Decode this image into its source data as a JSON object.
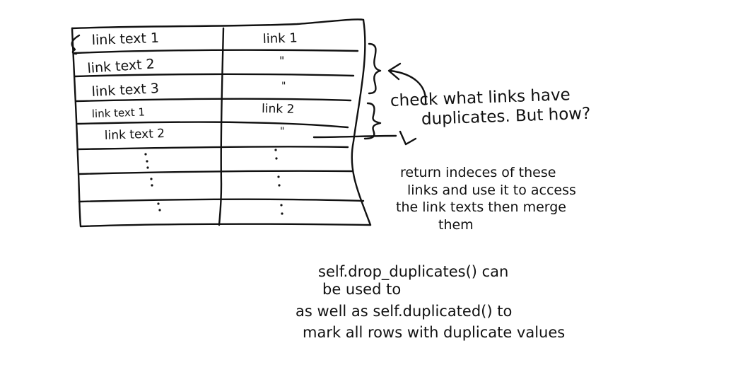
{
  "table": {
    "rows": [
      {
        "text": "link text 1",
        "link": "link 1"
      },
      {
        "text": "link text 2",
        "link": "\""
      },
      {
        "text": "link text 3",
        "link": "\""
      },
      {
        "text": "link text 1",
        "link": "link 2"
      },
      {
        "text": "link text 2",
        "link": "\""
      },
      {
        "text": "",
        "link": ""
      },
      {
        "text": "",
        "link": ""
      },
      {
        "text": "",
        "link": ""
      }
    ]
  },
  "annotations": {
    "question": [
      "check what links have",
      "duplicates. But how?"
    ],
    "indices": [
      "return indeces of these",
      "links and use it to access",
      "the link texts then merge",
      "them"
    ],
    "pandas_note": [
      "self.drop_duplicates() can",
      "be used to",
      "as well as self.duplicated() to",
      "mark all rows with duplicate values"
    ]
  }
}
